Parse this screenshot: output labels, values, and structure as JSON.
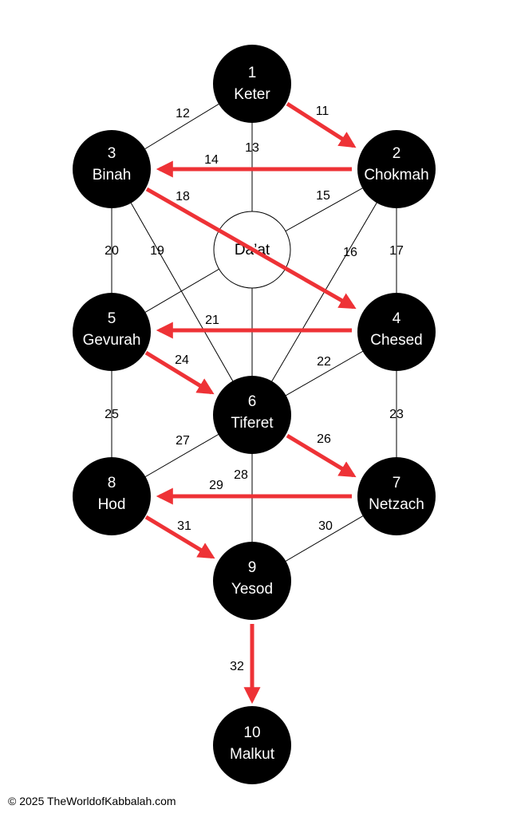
{
  "colors": {
    "node_fill": "#000000",
    "node_text": "#ffffff",
    "daat_fill": "#ffffff",
    "daat_text": "#000000",
    "connector": "#000000",
    "arrow": "#ee3236"
  },
  "nodes": {
    "keter": {
      "number": "1",
      "name": "Keter"
    },
    "chokmah": {
      "number": "2",
      "name": "Chokmah"
    },
    "binah": {
      "number": "3",
      "name": "Binah"
    },
    "chesed": {
      "number": "4",
      "name": "Chesed"
    },
    "gevurah": {
      "number": "5",
      "name": "Gevurah"
    },
    "tiferet": {
      "number": "6",
      "name": "Tiferet"
    },
    "netzach": {
      "number": "7",
      "name": "Netzach"
    },
    "hod": {
      "number": "8",
      "name": "Hod"
    },
    "yesod": {
      "number": "9",
      "name": "Yesod"
    },
    "malkut": {
      "number": "10",
      "name": "Malkut"
    },
    "daat": {
      "name": "Da’at"
    }
  },
  "paths": {
    "p11": "11",
    "p12": "12",
    "p13": "13",
    "p14": "14",
    "p15": "15",
    "p16": "16",
    "p17": "17",
    "p18": "18",
    "p19": "19",
    "p20": "20",
    "p21": "21",
    "p22": "22",
    "p23": "23",
    "p24": "24",
    "p25": "25",
    "p26": "26",
    "p27": "27",
    "p28": "28",
    "p29": "29",
    "p30": "30",
    "p31": "31",
    "p32": "32"
  },
  "footer": {
    "copyright": "© 2025 TheWorldofKabbalah.com"
  }
}
